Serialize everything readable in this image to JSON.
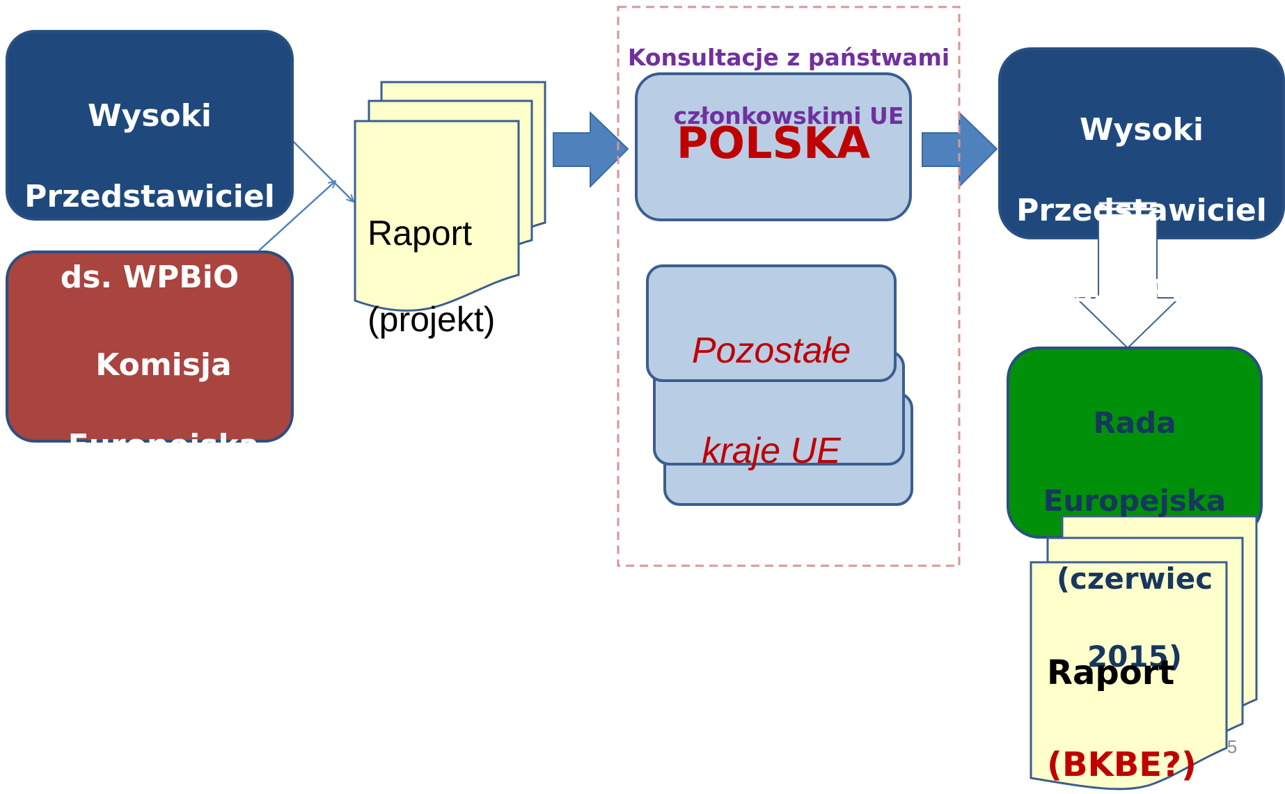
{
  "nodes": {
    "high_rep_left": {
      "lines": [
        "Wysoki",
        "Przedstawiciel",
        "ds. WPBiO"
      ]
    },
    "commission": {
      "lines": [
        "Komisja",
        "Europejska"
      ]
    },
    "report_draft": {
      "lines": [
        "Raport",
        "(projekt)"
      ]
    },
    "consultation_group": {
      "title_lines": [
        "Konsultacje z państwami",
        "członkowskimi UE"
      ]
    },
    "poland": {
      "label": "POLSKA"
    },
    "other_countries": {
      "lines": [
        "Pozostałe",
        "kraje UE"
      ]
    },
    "high_rep_right": {
      "lines": [
        "Wysoki",
        "Przedstawiciel",
        "ds. WPBiO"
      ]
    },
    "european_council": {
      "lines": [
        "Rada",
        "Europejska",
        "(czerwiec",
        "2015)"
      ]
    },
    "report_final": {
      "line1": "Raport",
      "line2": "(BKBE?)"
    }
  },
  "page_number": "5",
  "colors": {
    "navy": "#1f497d",
    "navy_stroke": "#2a4f80",
    "brick": "#a9443f",
    "light_blue": "#b9cde4",
    "blue_stroke": "#3b5e8f",
    "arrow_blue": "#4f81bd",
    "doc_fill": "#ffffcc",
    "green": "#00900a",
    "red_text": "#c00000",
    "purple_text": "#7030a0",
    "dashed_border": "#d99694",
    "dark_text": "#17375e"
  }
}
